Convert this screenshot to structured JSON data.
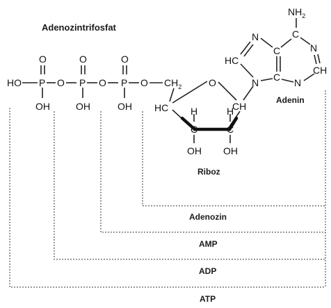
{
  "title": "Adenozintrifosfat",
  "labels": {
    "adenine": "Adenin",
    "ribose": "Riboz",
    "adenosine": "Adenozin",
    "amp": "AMP",
    "adp": "ADP",
    "atp": "ATP"
  },
  "atoms": {
    "ho": "HO",
    "p": "P",
    "o": "O",
    "oh": "OH",
    "ch2": "CH",
    "ch2_sub": "2",
    "hc": "HC",
    "ch": "CH",
    "h": "H",
    "c": "C",
    "n": "N",
    "nh2": "NH",
    "nh2_sub": "2"
  }
}
